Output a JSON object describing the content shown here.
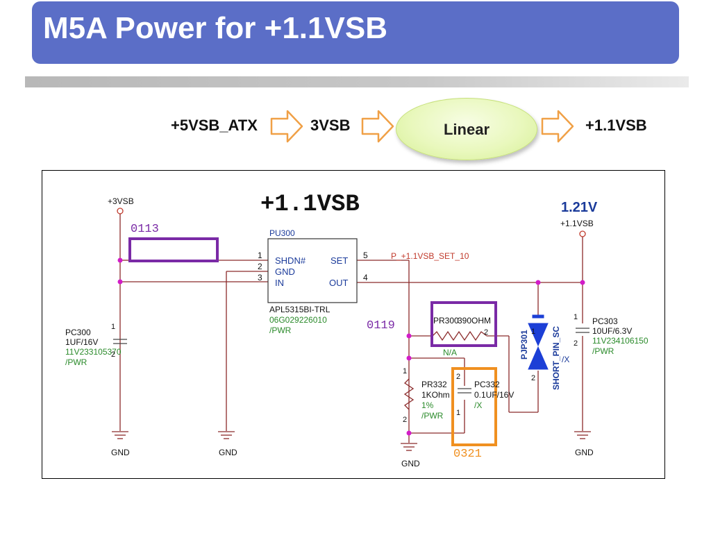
{
  "slide": {
    "title": "M5A Power for +1.1VSB"
  },
  "flow": {
    "source": "+5VSB_ATX",
    "intermediate": "3VSB",
    "regulator_type": "Linear",
    "output": "+1.1VSB"
  },
  "schematic": {
    "heading": "+1.1VSB",
    "output_voltage": "1.21V",
    "input_rail": "+3VSB",
    "output_rail": "+1.1VSB",
    "regulator": {
      "ref": "PU300",
      "part": "APL5315BI-TRL",
      "pn": "06G029226010",
      "group": "/PWR",
      "pin_names": [
        "SHDN#",
        "GND",
        "IN",
        "SET",
        "OUT"
      ],
      "pin_numbers": [
        "1",
        "2",
        "3",
        "5",
        "4"
      ]
    },
    "set_net": "P_+1.1VSB_SET_10",
    "markers": [
      "0113",
      "0119",
      "0321"
    ],
    "pc300": {
      "ref": "PC300",
      "value": "1UF/16V",
      "pn": "11V233105370",
      "group": "/PWR",
      "pin1": "1",
      "pin2": "2"
    },
    "pr300": {
      "ref": "PR300",
      "value": "390OHM",
      "pin2": "2",
      "note": "N/A"
    },
    "pr332": {
      "ref": "PR332",
      "value": "1KOhm",
      "tol": "1%",
      "group": "/PWR",
      "pin1": "1",
      "pin2": "2"
    },
    "pc332": {
      "ref": "PC332",
      "value": "0.1UF/16V",
      "group": "/X",
      "pin1": "1",
      "pin2": "2"
    },
    "pjp301": {
      "ref": "PJP301",
      "name": "SHORT_PIN_SC",
      "group": "/X",
      "pin1": "1",
      "pin2": "2"
    },
    "pc303": {
      "ref": "PC303",
      "value": "10UF/6.3V",
      "pn": "11V234106150",
      "group": "/PWR",
      "pin1": "1",
      "pin2": "2"
    },
    "gnd_labels": [
      "GND",
      "GND",
      "GND",
      "GND"
    ]
  },
  "colors": {
    "title_bg": "#5b6ec7",
    "arrow": "#f0a046",
    "ellipse": "#e9f8bd",
    "wire": "#8b2a2a",
    "junction": "#d21cc8",
    "marker_purple": "#7a2aa6",
    "marker_orange": "#f09020",
    "label_blue": "#1a3a9a",
    "label_green": "#2a8a2a"
  }
}
